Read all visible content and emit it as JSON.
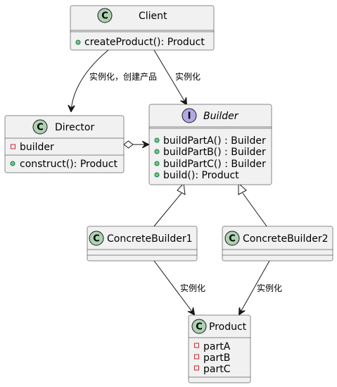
{
  "classes": {
    "client": {
      "name": "Client",
      "kind": "C",
      "fields": [],
      "methods": [
        "createProduct(): Product"
      ]
    },
    "director": {
      "name": "Director",
      "kind": "C",
      "fields": [
        "builder"
      ],
      "methods": [
        "construct(): Product"
      ]
    },
    "builder": {
      "name": "Builder",
      "kind": "I",
      "fields": [],
      "methods": [
        "buildPartA() : Builder",
        "buildPartB() : Builder",
        "buildPartC() : Builder",
        "build(): Product"
      ]
    },
    "concrete_builder1": {
      "name": "ConcreteBuilder1",
      "kind": "C",
      "fields": [],
      "methods": []
    },
    "concrete_builder2": {
      "name": "ConcreteBuilder2",
      "kind": "C",
      "fields": [],
      "methods": []
    },
    "product": {
      "name": "Product",
      "kind": "C",
      "fields": [
        "partA",
        "partB",
        "partC"
      ],
      "methods": []
    }
  },
  "relations": {
    "client_director": "实例化，创建产品",
    "client_builder": "实例化",
    "cb1_product": "实例化",
    "cb2_product": "实例化"
  },
  "colors": {
    "class_fill": "#F1F1F1",
    "class_circle": "#ADD1B2",
    "interface_circle": "#B4A7E5",
    "public_marker": "#84BE84",
    "private_marker": "#C82930",
    "border": "#181818"
  }
}
